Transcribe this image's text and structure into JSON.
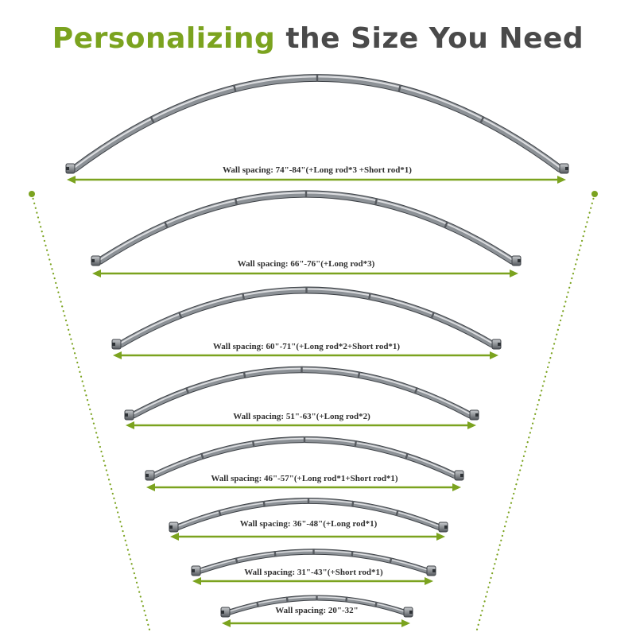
{
  "headline": {
    "highlight": "Personalizing",
    "rest": "the Size You Need"
  },
  "colors": {
    "accent": "#7ba31f",
    "heading_text": "#4a4a4a",
    "rod_metal": "#8c9196",
    "label_text": "#2f2f2f"
  },
  "rods": [
    {
      "label": "Wall spacing: 74\"-84\"(+Long rod*3 +Short rod*1)"
    },
    {
      "label": "Wall spacing: 66\"-76\"(+Long rod*3)"
    },
    {
      "label": "Wall spacing: 60\"-71\"(+Long rod*2+Short rod*1)"
    },
    {
      "label": "Wall spacing: 51\"-63\"(+Long rod*2)"
    },
    {
      "label": "Wall spacing: 46\"-57\"(+Long rod*1+Short rod*1)"
    },
    {
      "label": "Wall spacing: 36\"-48\"(+Long rod*1)"
    },
    {
      "label": "Wall spacing: 31\"-43\"(+Short rod*1)"
    },
    {
      "label": "Wall spacing: 20\"-32\""
    }
  ]
}
